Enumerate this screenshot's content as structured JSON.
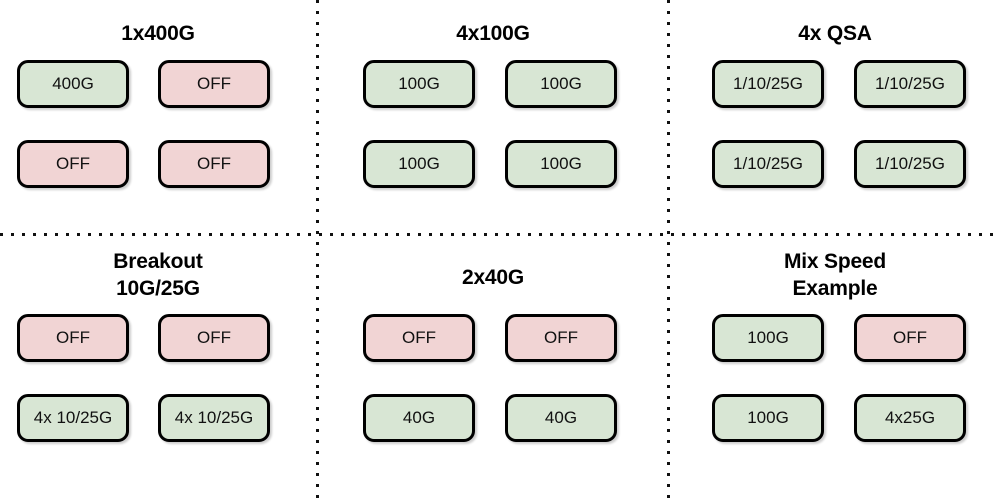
{
  "colors": {
    "on_fill": "#d8e6d4",
    "off_fill": "#f1d4d4",
    "border": "#000000",
    "background": "#ffffff",
    "divider": "#111111",
    "text": "#111111"
  },
  "layout": {
    "columns": 3,
    "rows": 2,
    "divider_style": "dotted",
    "ports_per_panel": 4,
    "port_grid": "2x2"
  },
  "panels": [
    {
      "id": "panel-1x400g",
      "title": "1x400G",
      "ports": [
        {
          "label": "400G",
          "state": "on"
        },
        {
          "label": "OFF",
          "state": "off"
        },
        {
          "label": "OFF",
          "state": "off"
        },
        {
          "label": "OFF",
          "state": "off"
        }
      ]
    },
    {
      "id": "panel-4x100g",
      "title": "4x100G",
      "ports": [
        {
          "label": "100G",
          "state": "on"
        },
        {
          "label": "100G",
          "state": "on"
        },
        {
          "label": "100G",
          "state": "on"
        },
        {
          "label": "100G",
          "state": "on"
        }
      ]
    },
    {
      "id": "panel-4x-qsa",
      "title": "4x QSA",
      "ports": [
        {
          "label": "1/10/25G",
          "state": "on"
        },
        {
          "label": "1/10/25G",
          "state": "on"
        },
        {
          "label": "1/10/25G",
          "state": "on"
        },
        {
          "label": "1/10/25G",
          "state": "on"
        }
      ]
    },
    {
      "id": "panel-breakout",
      "title": "Breakout\n10G/25G",
      "ports": [
        {
          "label": "OFF",
          "state": "off"
        },
        {
          "label": "OFF",
          "state": "off"
        },
        {
          "label": "4x 10/25G",
          "state": "on"
        },
        {
          "label": "4x 10/25G",
          "state": "on"
        }
      ]
    },
    {
      "id": "panel-2x40g",
      "title": "2x40G",
      "ports": [
        {
          "label": "OFF",
          "state": "off"
        },
        {
          "label": "OFF",
          "state": "off"
        },
        {
          "label": "40G",
          "state": "on"
        },
        {
          "label": "40G",
          "state": "on"
        }
      ]
    },
    {
      "id": "panel-mix-speed",
      "title": "Mix Speed\nExample",
      "ports": [
        {
          "label": "100G",
          "state": "on"
        },
        {
          "label": "OFF",
          "state": "off"
        },
        {
          "label": "100G",
          "state": "on"
        },
        {
          "label": "4x25G",
          "state": "on"
        }
      ]
    }
  ]
}
